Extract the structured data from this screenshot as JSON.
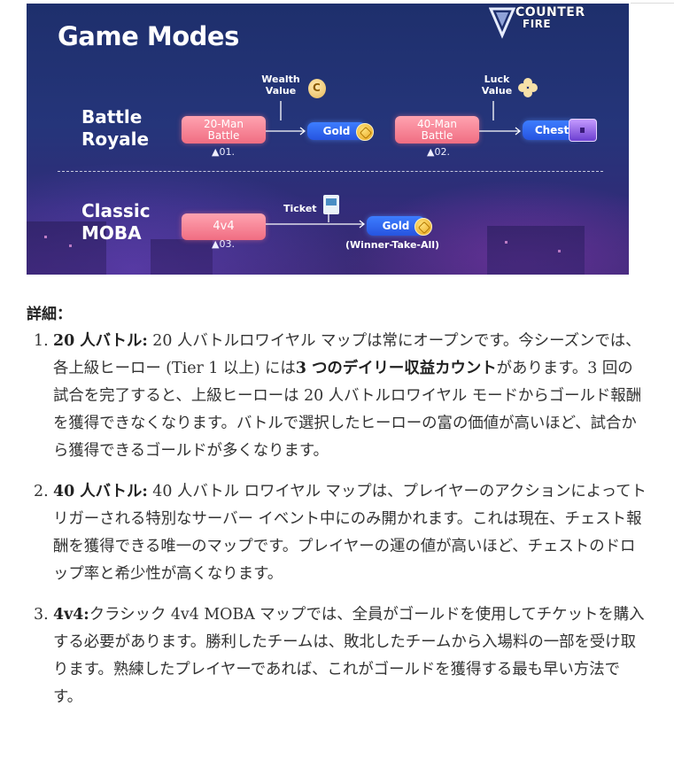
{
  "banner": {
    "title": "Game Modes",
    "logo": {
      "line1": "COUNTER",
      "line2": "FIRE"
    },
    "battle_royale_label": "Battle\nRoyale",
    "classic_moba_label": "Classic\nMOBA",
    "mode1": {
      "label": "20-Man\nBattle",
      "num": "▲01."
    },
    "mode2": {
      "label": "40-Man\nBattle",
      "num": "▲02."
    },
    "mode3": {
      "label": "4v4",
      "num": "▲03."
    },
    "wealth_label": "Wealth\nValue",
    "luck_label": "Luck\nValue",
    "ticket_label": "Ticket",
    "gold_1": "Gold",
    "chest": "Chest",
    "gold_2": "Gold",
    "winner_note": "(Winner-Take-All)"
  },
  "details_heading": "詳細：",
  "items": [
    {
      "index": "1.",
      "bold_lead": "20 人バトル:",
      "text_a": " 20 人バトルロワイヤル マップは常にオープンです。今シーズンでは、各上級ヒーロー (Tier 1 以上) には",
      "bold_mid": "3 つのデイリー収益カウント",
      "text_b": "があります。3 回の試合を完了すると、上級ヒーローは 20 人バトルロワイヤル モードからゴールド報酬を獲得できなくなります。バトルで選択したヒーローの富の価値が高いほど、試合から獲得できるゴールドが多くなります。"
    },
    {
      "index": "2.",
      "bold_lead": "40 人バトル:",
      "text_a": " 40 人バトル ロワイヤル マップは、プレイヤーのアクションによってトリガーされる特別なサーバー イベント中にのみ開かれます。これは現在、チェスト報酬を獲得できる唯一のマップです。プレイヤーの運の値が高いほど、チェストのドロップ率と希少性が高くなります。"
    },
    {
      "index": "3.",
      "bold_lead": "4v4:",
      "text_a": "クラシック 4v4 MOBA マップでは、全員がゴールドを使用してチケットを購入する必要があります。勝利したチームは、敗北したチームから入場料の一部を受け取ります。熟練したプレイヤーであれば、これがゴールドを獲得する最も早い方法です。"
    }
  ]
}
